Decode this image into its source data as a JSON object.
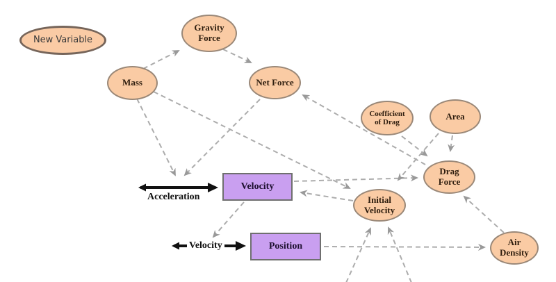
{
  "diagram": {
    "type": "stock-and-flow-model",
    "nodes": {
      "new_variable": {
        "kind": "converter",
        "lines": [
          "New Variable"
        ]
      },
      "gravity_force": {
        "kind": "converter",
        "lines": [
          "Gravity",
          "Force"
        ]
      },
      "mass": {
        "kind": "converter",
        "lines": [
          "Mass"
        ]
      },
      "net_force": {
        "kind": "converter",
        "lines": [
          "Net Force"
        ]
      },
      "coefficient_of_drag": {
        "kind": "converter",
        "lines": [
          "Coefficient",
          "of Drag"
        ]
      },
      "area": {
        "kind": "converter",
        "lines": [
          "Area"
        ]
      },
      "drag_force": {
        "kind": "converter",
        "lines": [
          "Drag",
          "Force"
        ]
      },
      "initial_velocity": {
        "kind": "converter",
        "lines": [
          "Initial",
          "Velocity"
        ]
      },
      "air_density": {
        "kind": "converter",
        "lines": [
          "Air",
          "Density"
        ]
      },
      "velocity_stock": {
        "kind": "stock",
        "label": "Velocity"
      },
      "position_stock": {
        "kind": "stock",
        "label": "Position"
      }
    },
    "flows": {
      "acceleration": {
        "label": "Acceleration",
        "into": "Velocity"
      },
      "velocity": {
        "label": "Velocity",
        "into": "Position"
      }
    },
    "links": [
      {
        "from": "Mass",
        "to": "Gravity Force"
      },
      {
        "from": "Gravity Force",
        "to": "Net Force"
      },
      {
        "from": "Drag Force",
        "to": "Net Force"
      },
      {
        "from": "Mass",
        "to": "Acceleration flow"
      },
      {
        "from": "Net Force",
        "to": "Acceleration flow"
      },
      {
        "from": "Mass",
        "to": "Initial Velocity"
      },
      {
        "from": "Initial Velocity",
        "to": "Velocity"
      },
      {
        "from": "Velocity",
        "to": "Drag Force"
      },
      {
        "from": "Velocity",
        "to": "Velocity flow"
      },
      {
        "from": "Coefficient of Drag",
        "to": "Drag Force"
      },
      {
        "from": "Area",
        "to": "Drag Force"
      },
      {
        "from": "Area",
        "to": "Initial Velocity"
      },
      {
        "from": "Air Density",
        "to": "Drag Force"
      },
      {
        "from": "Position",
        "to": "Air Density"
      },
      {
        "from": "offscreen-bottom",
        "to": "Initial Velocity"
      },
      {
        "from": "offscreen-bottom",
        "to": "Initial Velocity"
      }
    ],
    "colors": {
      "converter_fill": "#FACBA4",
      "converter_border": "#9A8878",
      "stock_fill": "#C99FF0",
      "stock_border": "#6F6F6F",
      "link": "#ACACAC",
      "link_arrow": "#999999",
      "flow": "#111111"
    }
  }
}
